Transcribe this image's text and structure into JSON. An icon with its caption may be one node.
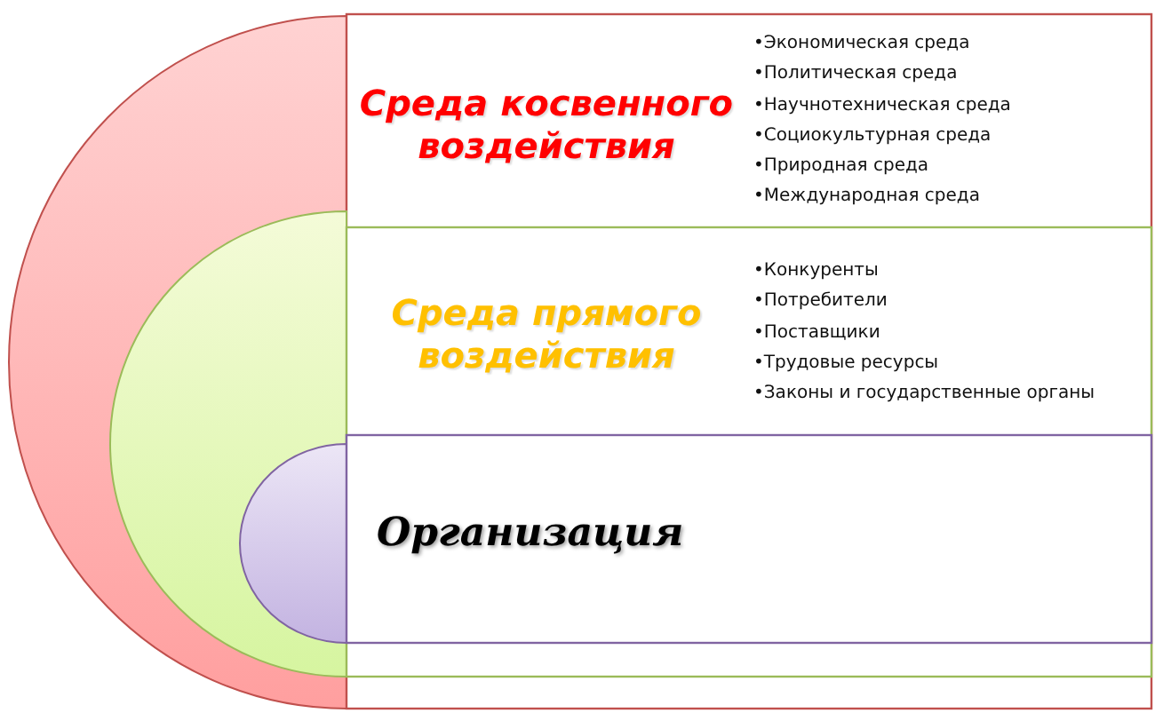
{
  "diagram": {
    "nodes": [
      {
        "text": [
          "Среда косвенного воздействия",
          "•Экономическая среда",
          "•Политическая среда",
          "•Научнотехническая среда",
          "•Социокультурная среда",
          "•Природная среда",
          "•Международная среда"
        ]
      },
      {
        "text": [
          "Среда прямого воздействия",
          "•Конкуренты",
          "•Потребители",
          "•Поставщики",
          "•Трудовые ресурсы",
          "•Законы и государственные органы"
        ],
        "in": 0
      },
      {
        "text": [
          "Организация"
        ],
        "in": 1
      }
    ]
  }
}
